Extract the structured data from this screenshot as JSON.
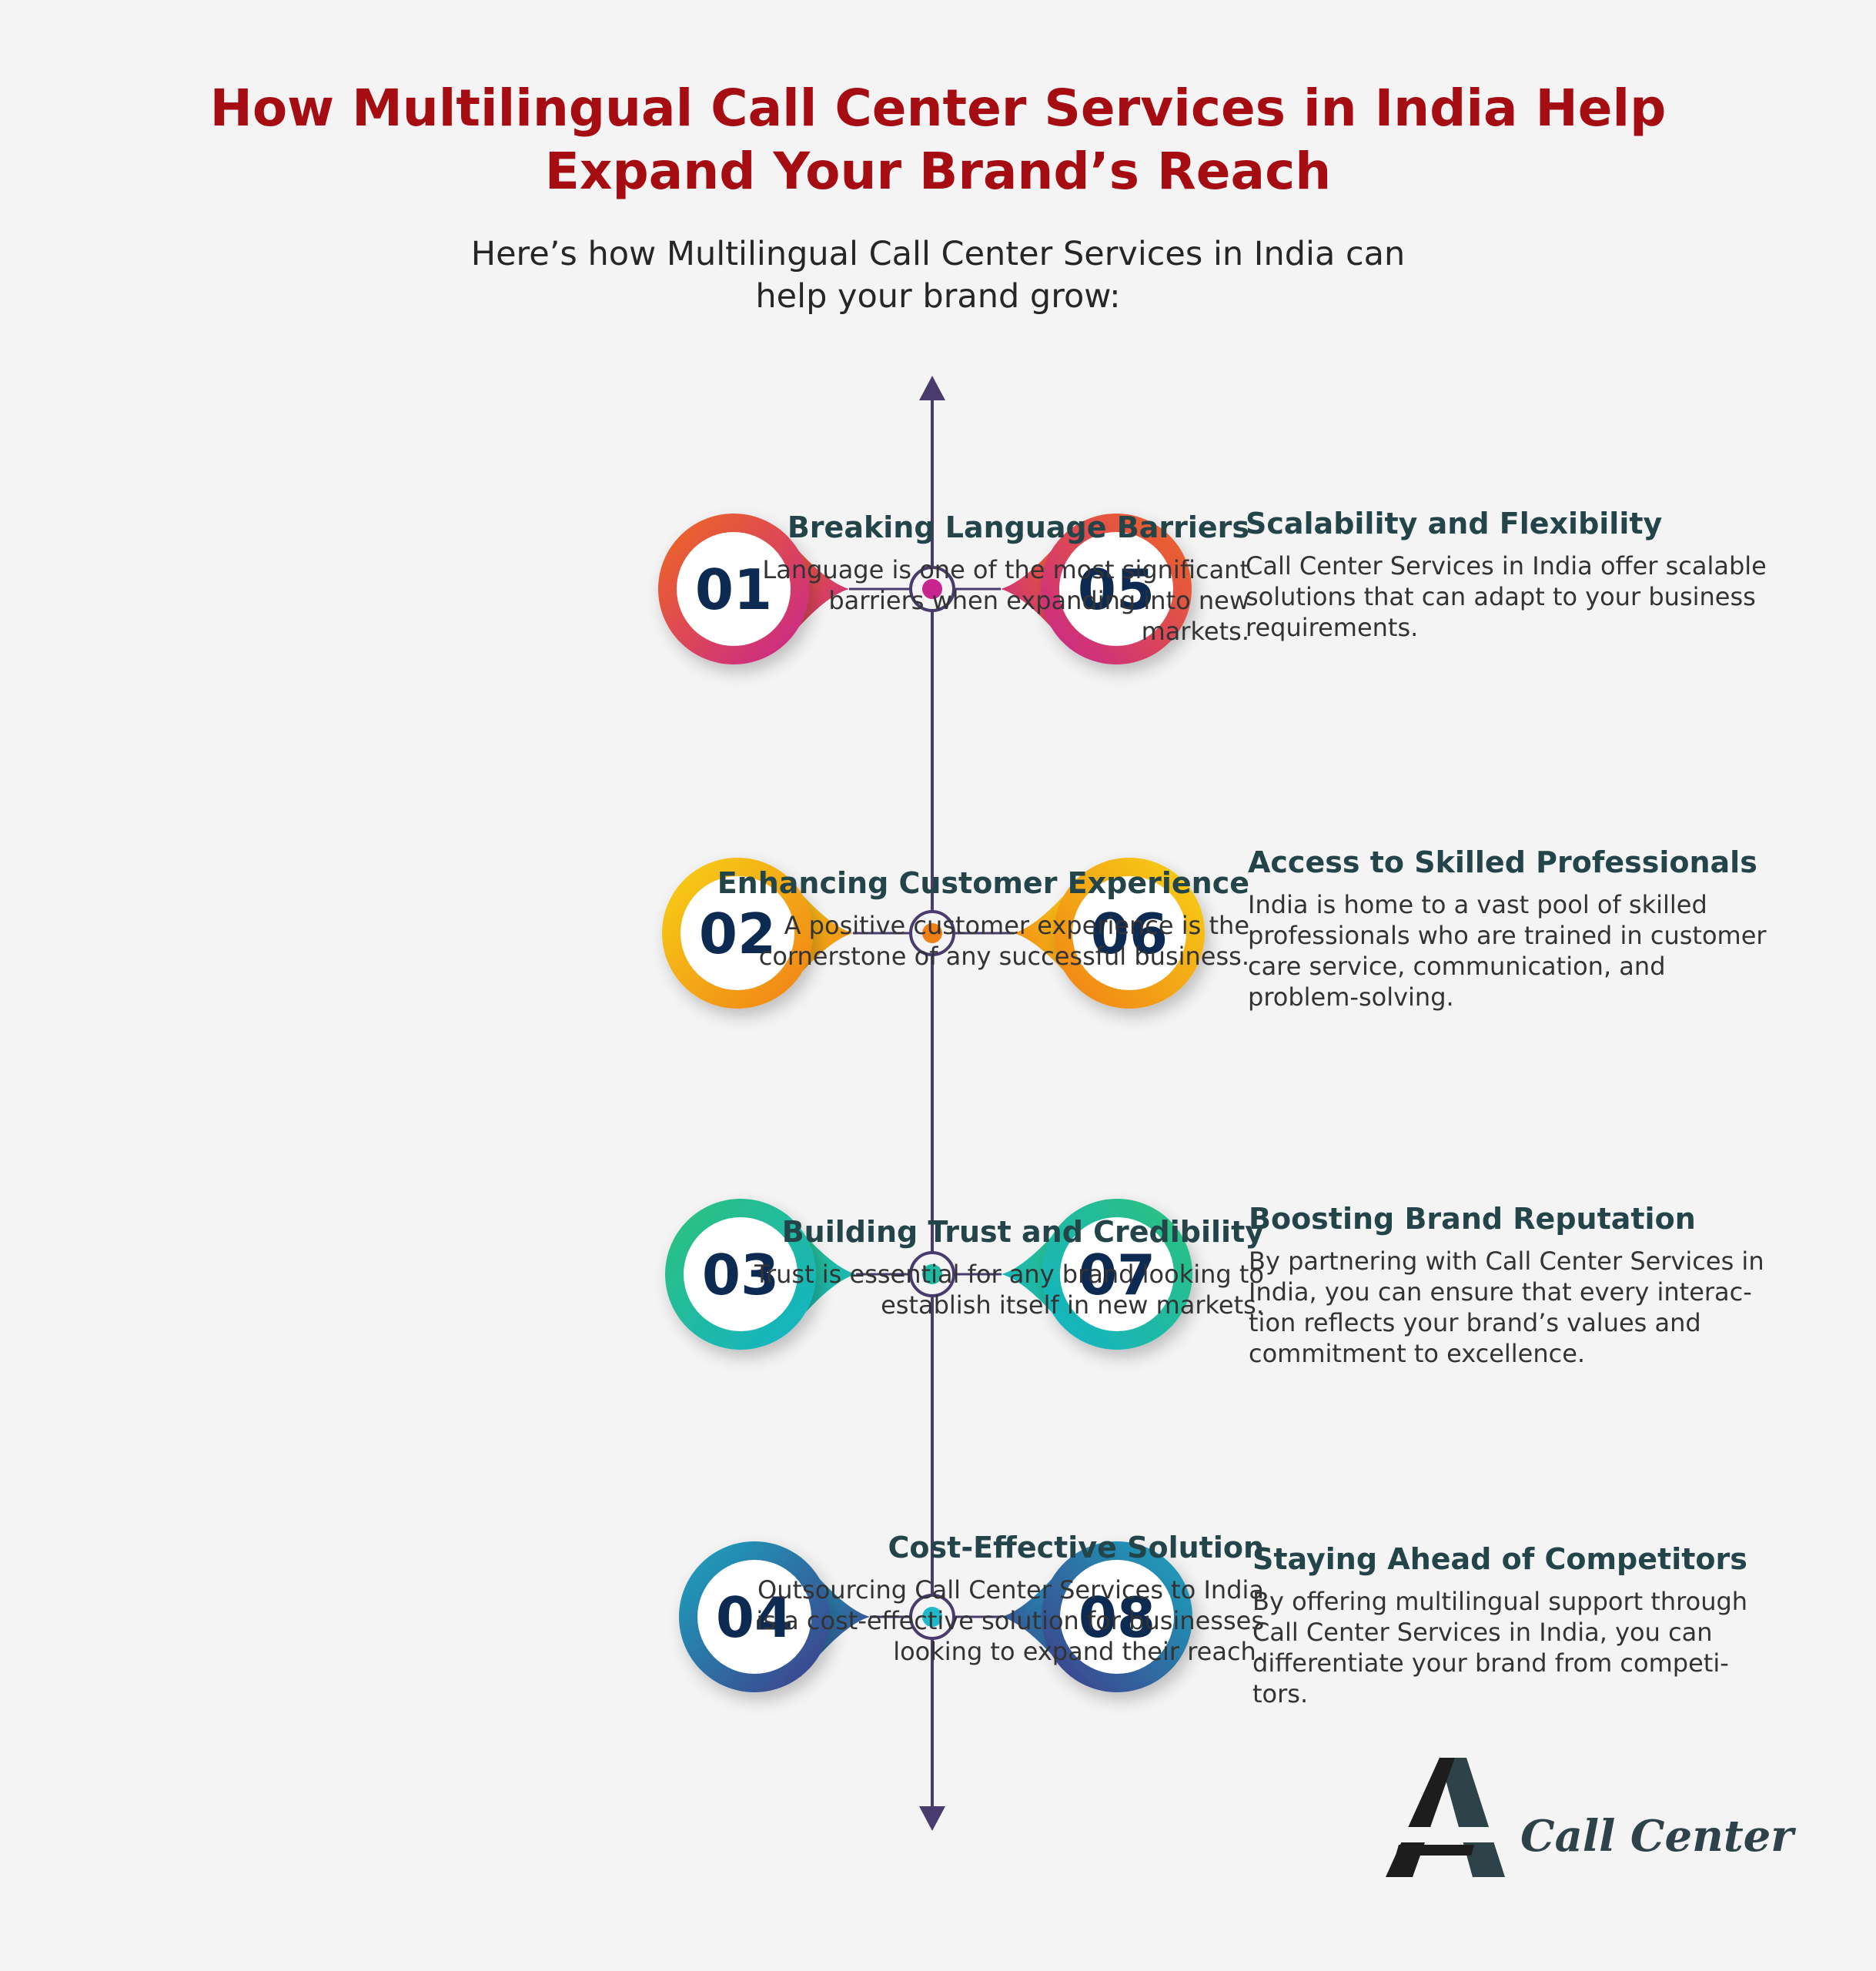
{
  "header": {
    "title_line1": "How Multilingual Call Center Services in India Help",
    "title_line2": "Expand Your Brand’s Reach",
    "subtitle_line1": "Here’s how Multilingual Call Center Services in India can",
    "subtitle_line2": "help your brand grow:"
  },
  "colors": {
    "title": "#a50d12",
    "heading": "#234549",
    "axis": "#4a3b6e",
    "pink": "#c8248f",
    "orange": "#f07f16",
    "teal": "#1fb8a0",
    "indigo": "#3f3b8a"
  },
  "items": [
    {
      "number": "01",
      "heading": "Breaking Language Barriers",
      "lines": [
        "Language is one of the most significant",
        "barriers when expanding into new",
        "markets."
      ]
    },
    {
      "number": "02",
      "heading": "Enhancing Customer Experience",
      "lines": [
        "A positive customer experience is the",
        "cornerstone of any successful business."
      ]
    },
    {
      "number": "03",
      "heading": "Building Trust and Credibility",
      "lines": [
        "Trust is essential for any brand looking to",
        "establish itself in new markets."
      ]
    },
    {
      "number": "04",
      "heading": "Cost-Effective Solution",
      "lines": [
        "Outsourcing Call Center Services to India",
        "is a cost-effective solution for businesses",
        "looking to expand their reach."
      ]
    },
    {
      "number": "05",
      "heading": "Scalability and Flexibility",
      "lines": [
        "Call Center Services in India offer scalable",
        "solutions that can adapt to your business",
        "requirements."
      ]
    },
    {
      "number": "06",
      "heading": "Access to Skilled Professionals",
      "lines": [
        "India is home to a vast pool of skilled",
        "professionals who are trained in customer",
        "care service, communication, and",
        "problem-solving."
      ]
    },
    {
      "number": "07",
      "heading": "Boosting Brand Reputation",
      "lines": [
        "By partnering with Call Center Services in",
        "India, you can ensure that every interac-",
        "tion reflects your brand’s values and",
        "commitment to excellence."
      ]
    },
    {
      "number": "08",
      "heading": "Staying Ahead of Competitors",
      "lines": [
        "By offering multilingual support through",
        "Call Center Services in India, you can",
        "differentiate your brand from competi-",
        "tors."
      ]
    }
  ],
  "logo": {
    "text": "Call Center",
    "icon": "a-letter-logo-icon"
  }
}
